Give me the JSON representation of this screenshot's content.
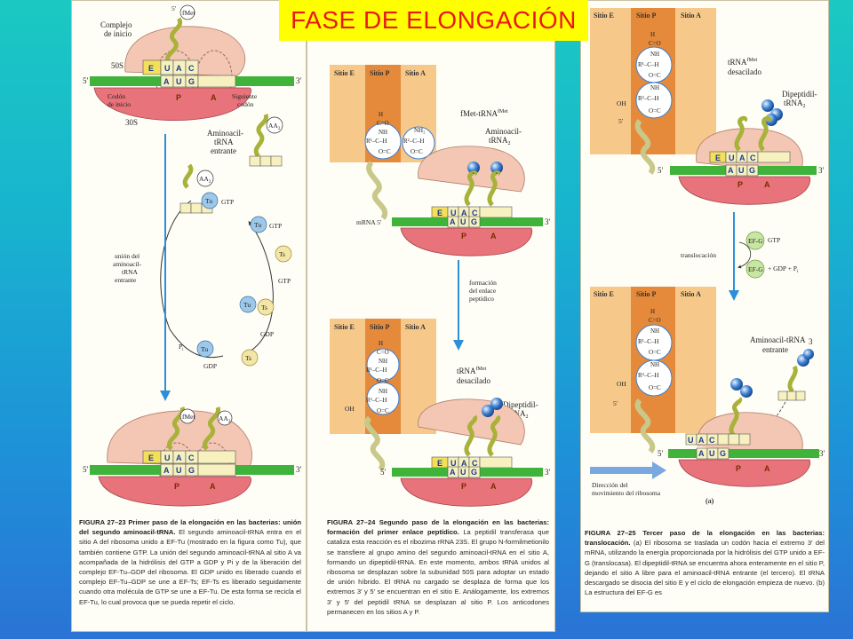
{
  "title": "FASE DE ELONGACIÓN",
  "colors": {
    "background_top": "#1bc9c2",
    "background_bottom": "#2a73d6",
    "title_bg": "#ffff00",
    "title_text": "#e8191a",
    "ribosome_large": "#f3c7b4",
    "ribosome_small": "#e8737a",
    "mrna": "#3fb33a",
    "trna": "#d6de7a",
    "ef_tu": "#9ec8ea",
    "ef_ts": "#f3e6a6",
    "arrow": "#2d8fd9",
    "site_p_column": "#e58a3b",
    "site_column": "#f6c98b"
  },
  "fig23": {
    "label_complejo": "Complejo",
    "label_de_inicio": "de inicio",
    "fmet": "fMet",
    "s50": "50S",
    "s30": "30S",
    "codon_label_1": "Codón",
    "codon_label_2": "de inicio",
    "siguiente_1": "Siguiente",
    "siguiente_2": "codón",
    "aa2": "AA",
    "aa2_sub": "2",
    "aminoacil_1": "Aminoacil-",
    "aminoacil_2": "tRNA",
    "aminoacil_3": "entrante",
    "tu": "Tu",
    "ts": "Ts",
    "gtp": "GTP",
    "gdp": "GDP",
    "pi": "P",
    "pi_sub": "i",
    "union_1": "unión del",
    "union_2": "aminoacil-",
    "union_3": "tRNA",
    "union_4": "entrante",
    "five": "5′",
    "three": "3′",
    "site_e": "E",
    "site_p": "P",
    "site_a": "A",
    "anticodon": [
      "U",
      "A",
      "C"
    ],
    "codon": [
      "A",
      "U",
      "G"
    ],
    "caption_tag": "FIGURA 27–23",
    "caption_title": "Primer paso de la elongación en las bacterias: unión del segundo aminoacil-tRNA.",
    "caption_body": "El segundo aminoacil-tRNA entra en el sitio A del ribosoma unido a EF-Tu (mostrado en la figura como Tu), que también contiene GTP. La unión del segundo aminoacil-tRNA al sitio A va acompañada de la hidrólisis del GTP a GDP y Pi y de la liberación del complejo EF-Tu–GDP del ribosoma. El GDP unido es liberado cuando el complejo EF-Tu–GDP se une a EF-Ts; EF-Ts es liberado seguidamente cuando otra molécula de GTP se une a EF-Tu. De esta forma se recicla el EF-Tu, lo cual provoca que se pueda repetir el ciclo."
  },
  "fig24": {
    "sitio_e": "Sitio E",
    "sitio_p": "Sitio P",
    "sitio_a": "Sitio A",
    "fmet_trna": "fMet-tRNA",
    "fmet_sup": "fMet",
    "aminoacil_1": "Aminoacil-",
    "aminoacil_2": "tRNA",
    "aminoacil_sub": "2",
    "mrna": "mRNA 5′",
    "formacion_1": "formación",
    "formacion_2": "del enlace",
    "formacion_3": "peptídico",
    "trna_desacilado": "tRNA",
    "desacilado": "desacilado",
    "dipeptidil_1": "Dipeptidil-",
    "dipeptidil_2": "tRNA",
    "dipeptidil_sub": "2",
    "five": "5′",
    "three": "3′",
    "oh": "OH",
    "caption_tag": "FIGURA 27–24",
    "caption_title": "Segundo paso de la elongación en las bacterias: formación del primer enlace peptídico.",
    "caption_body": "La peptidil transferasa que cataliza esta reacción es el ribozima rRNA 23S. El grupo N-formilmetionilo se transfiere al grupo amino del segundo aminoacil-tRNA en el sitio A, formando un dipeptidil-tRNA. En este momento, ambos tRNA unidos al ribosoma se desplazan sobre la subunidad 50S para adoptar un estado de unión híbrido. El tRNA no cargado se desplaza de forma que los extremos 3′ y 5′ se encuentran en el sitio E. Análogamente, los extremos 3′ y 5′ del peptidil tRNA se desplazan al sitio P. Los anticodones permanecen en los sitios A y P."
  },
  "fig25": {
    "sitio_e": "Sitio E",
    "sitio_p": "Sitio P",
    "sitio_a": "Sitio A",
    "trna_fmet": "tRNA",
    "trna_fmet_sup": "fMet",
    "desacilado": "desacilado",
    "dipeptidil_1": "Dipeptidil-",
    "dipeptidil_2": "tRNA",
    "dipeptidil_sub": "2",
    "efg": "EF-G",
    "gtp": "GTP",
    "gdp_pi": "+ GDP + P",
    "gdp_pi_sub": "i",
    "translocacion": "translocación",
    "aminoacil_1": "Aminoacil-tRNA",
    "aminoacil_sub": "3",
    "aminoacil_2": "entrante",
    "direccion_1": "Dirección del",
    "direccion_2": "movimiento del ribosoma",
    "part_a": "(a)",
    "five": "5′",
    "three": "3′",
    "oh": "OH",
    "caption_tag": "FIGURA 27–25",
    "caption_title": "Tercer paso de la elongación en las bacterias: translocación.",
    "caption_body": "(a) El ribosoma se traslada un codón hacia el extremo 3′ del mRNA, utilizando la energía proporcionada por la hidrólisis del GTP unido a EF-G (translocasa). El dipeptidil-tRNA se encuentra ahora enteramente en el sitio P, dejando el sitio A libre para el aminoacil-tRNA entrante (el tercero). El tRNA descargado se disocia del sitio E y el ciclo de elongación empieza de nuevo. (b) La estructura del EF-G es"
  }
}
